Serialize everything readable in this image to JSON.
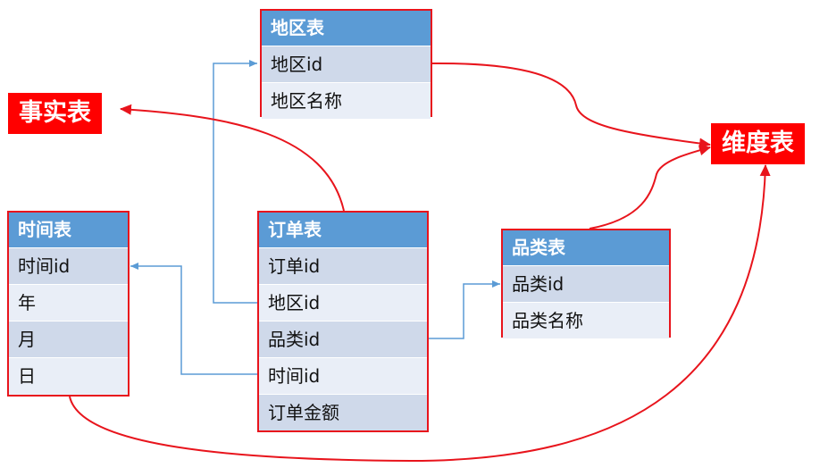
{
  "labels": {
    "fact": "事实表",
    "dimension": "维度表"
  },
  "tables": {
    "region": {
      "title": "地区表",
      "rows": [
        "地区id",
        "地区名称"
      ]
    },
    "time": {
      "title": "时间表",
      "rows": [
        "时间id",
        "年",
        "月",
        "日"
      ]
    },
    "order": {
      "title": "订单表",
      "rows": [
        "订单id",
        "地区id",
        "品类id",
        "时间id",
        "订单金额"
      ]
    },
    "category": {
      "title": "品类表",
      "rows": [
        "品类id",
        "品类名称"
      ]
    }
  },
  "colors": {
    "header": "#5b9bd5",
    "row_dark": "#cfd9ea",
    "row_light": "#e9eef7",
    "border": "#e8141c",
    "tag": "#ff0000",
    "blue_line": "#5b9bd5",
    "red_line": "#e8141c"
  }
}
